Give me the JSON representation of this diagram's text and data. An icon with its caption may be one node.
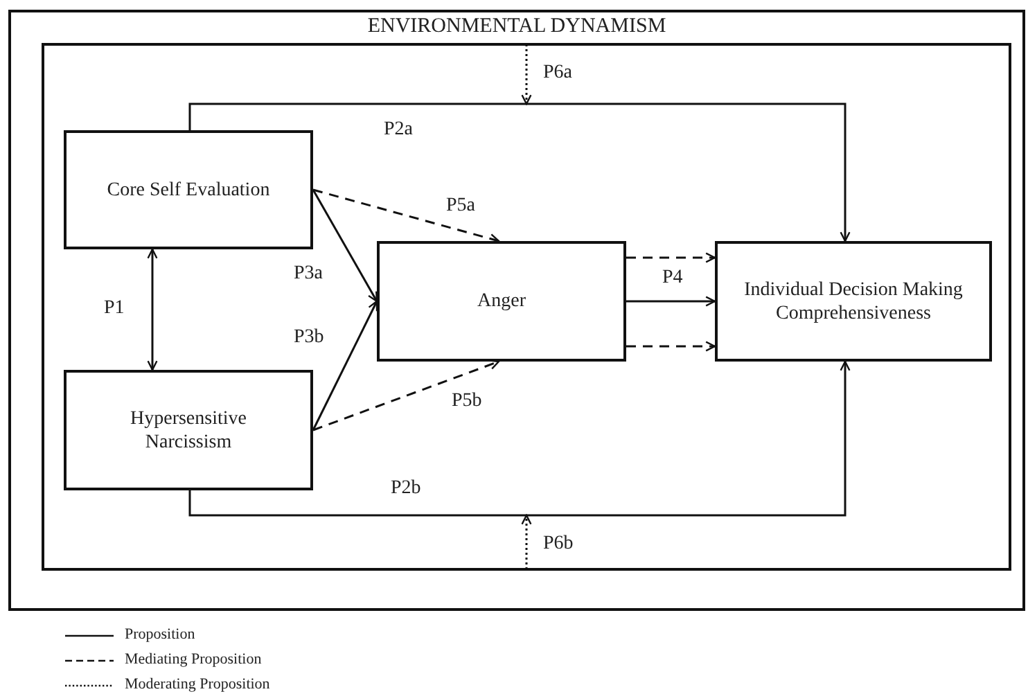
{
  "diagram": {
    "nodes": [
      {
        "text": [
          "ENVIRONMENTAL DYNAMISM"
        ]
      },
      {
        "text": [],
        "shape": "box",
        "in": 0
      },
      {
        "text": [
          "Core Self Evaluation"
        ],
        "in": 1
      },
      {
        "text": [
          "Hypersensitive Narcissism"
        ],
        "in": 1
      },
      {
        "text": [
          "Anger"
        ],
        "in": 1
      },
      {
        "text": [
          "Individual Decision Making Comprehensiveness"
        ],
        "in": 1
      }
    ],
    "edges": [
      {
        "from": 2,
        "to": 3,
        "arrow": "both",
        "label": "P1"
      },
      {
        "from": 2,
        "to": 4,
        "arrow": "to",
        "label": "P3a"
      },
      {
        "from": 3,
        "to": 4,
        "arrow": "to",
        "label": "P3b"
      },
      {
        "from": 2,
        "to": 4,
        "arrow": "to",
        "label": "P5a",
        "style": "dashed"
      },
      {
        "from": 3,
        "to": 4,
        "arrow": "to",
        "label": "P5b",
        "style": "dashed"
      },
      {
        "from": 4,
        "to": 5,
        "arrow": "to",
        "label": "P4"
      },
      {
        "from": 4,
        "to": 5,
        "arrow": "to",
        "style": "dashed"
      },
      {
        "from": 4,
        "to": 5,
        "arrow": "to",
        "style": "dashed"
      },
      {
        "from": 2,
        "to": 5,
        "arrow": "to",
        "label": "P2a"
      },
      {
        "from": 3,
        "to": 5,
        "arrow": "to",
        "label": "P2b"
      },
      {
        "from": 1,
        "to": null,
        "arrow": "to",
        "label": "P6a",
        "style": "dashed"
      },
      {
        "from": 1,
        "to": null,
        "arrow": "to",
        "label": "P6b",
        "style": "dashed"
      }
    ],
    "legend": [
      {
        "text": "Proposition"
      },
      {
        "text": "Mediating Proposition"
      },
      {
        "text": "Moderating Proposition"
      }
    ]
  }
}
